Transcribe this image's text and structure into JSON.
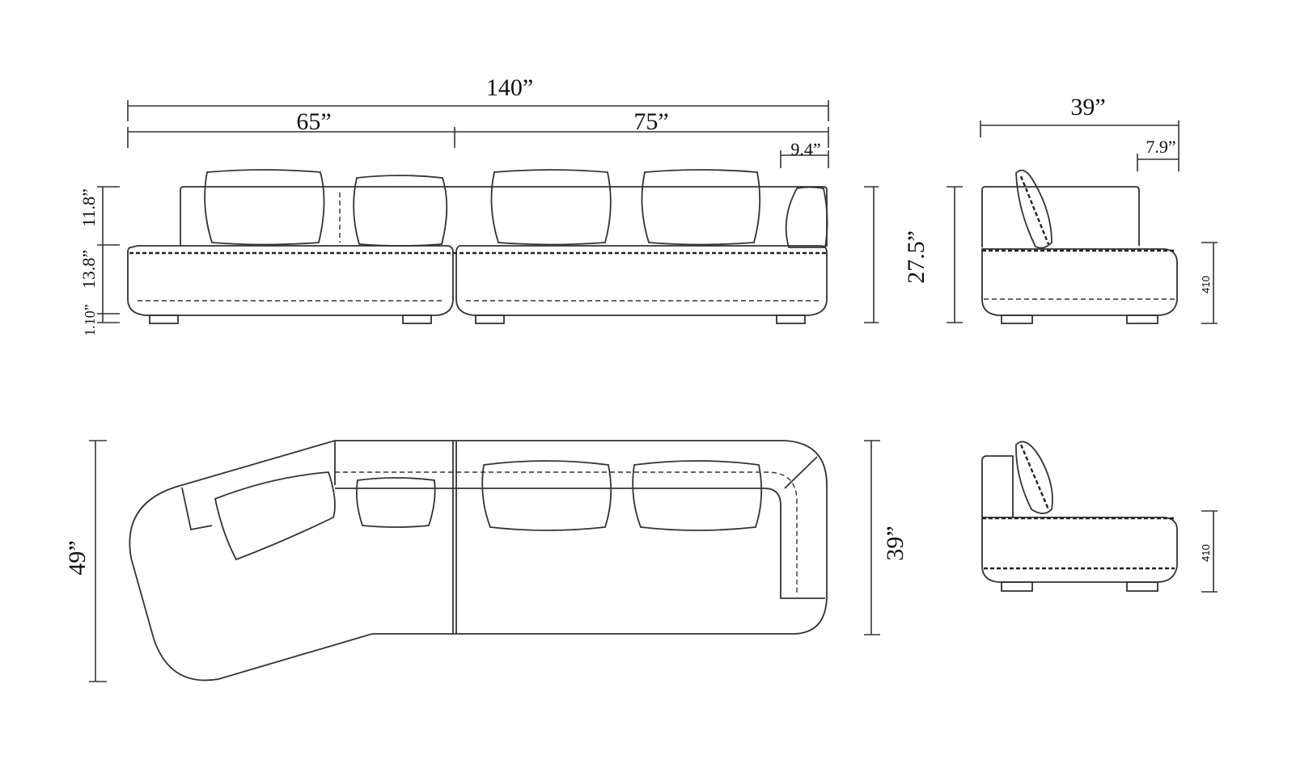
{
  "front_view": {
    "total_width": "140”",
    "left_width": "65”",
    "right_width": "75”",
    "arm_width": "9.4”",
    "back_height": "11.8”",
    "seat_height": "13.8”",
    "leg_height": "1.10”",
    "overall_height": "27.5”"
  },
  "side_view": {
    "depth": "39”",
    "back_thickness": "7.9”",
    "seat_label": "410"
  },
  "top_view": {
    "left_depth": "49”",
    "right_depth": "39”"
  },
  "side_view_2": {
    "seat_label": "410"
  }
}
